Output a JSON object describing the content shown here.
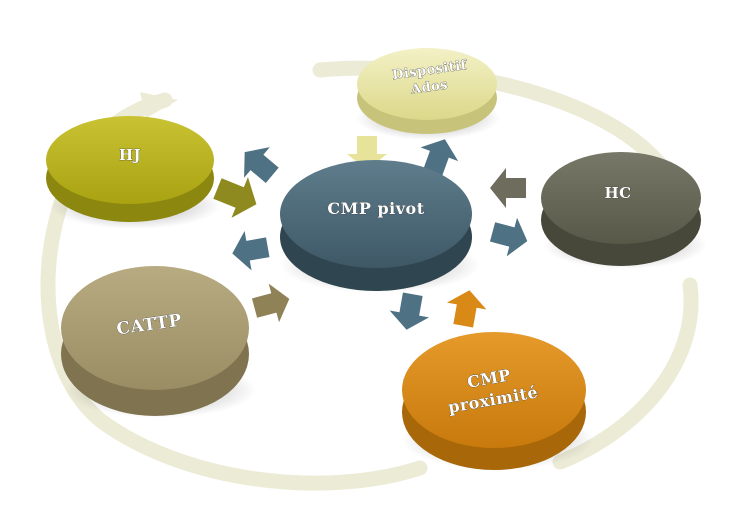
{
  "nodes": {
    "center": {
      "label": "CMP pivot",
      "color": "#46606e"
    },
    "dispositif": {
      "label_line1": "Dispositif",
      "label_line2": "Ados",
      "color": "#e9e6a4"
    },
    "hj": {
      "label": "HJ",
      "color": "#b8b21c"
    },
    "hc": {
      "label": "HC",
      "color": "#646454"
    },
    "cattp": {
      "label": "CATTP",
      "color": "#a99c72"
    },
    "proximite": {
      "label_line1": "CMP",
      "label_line2": "proximité",
      "color": "#d88916"
    }
  },
  "colors": {
    "ring": "#ecebd6",
    "arrow_blue": "#4e7283",
    "arrow_yellow": "#e8e39a",
    "arrow_olive": "#8e8a20",
    "arrow_gray": "#6e6c5c",
    "arrow_tan": "#8e8256",
    "arrow_orange": "#d88916"
  }
}
